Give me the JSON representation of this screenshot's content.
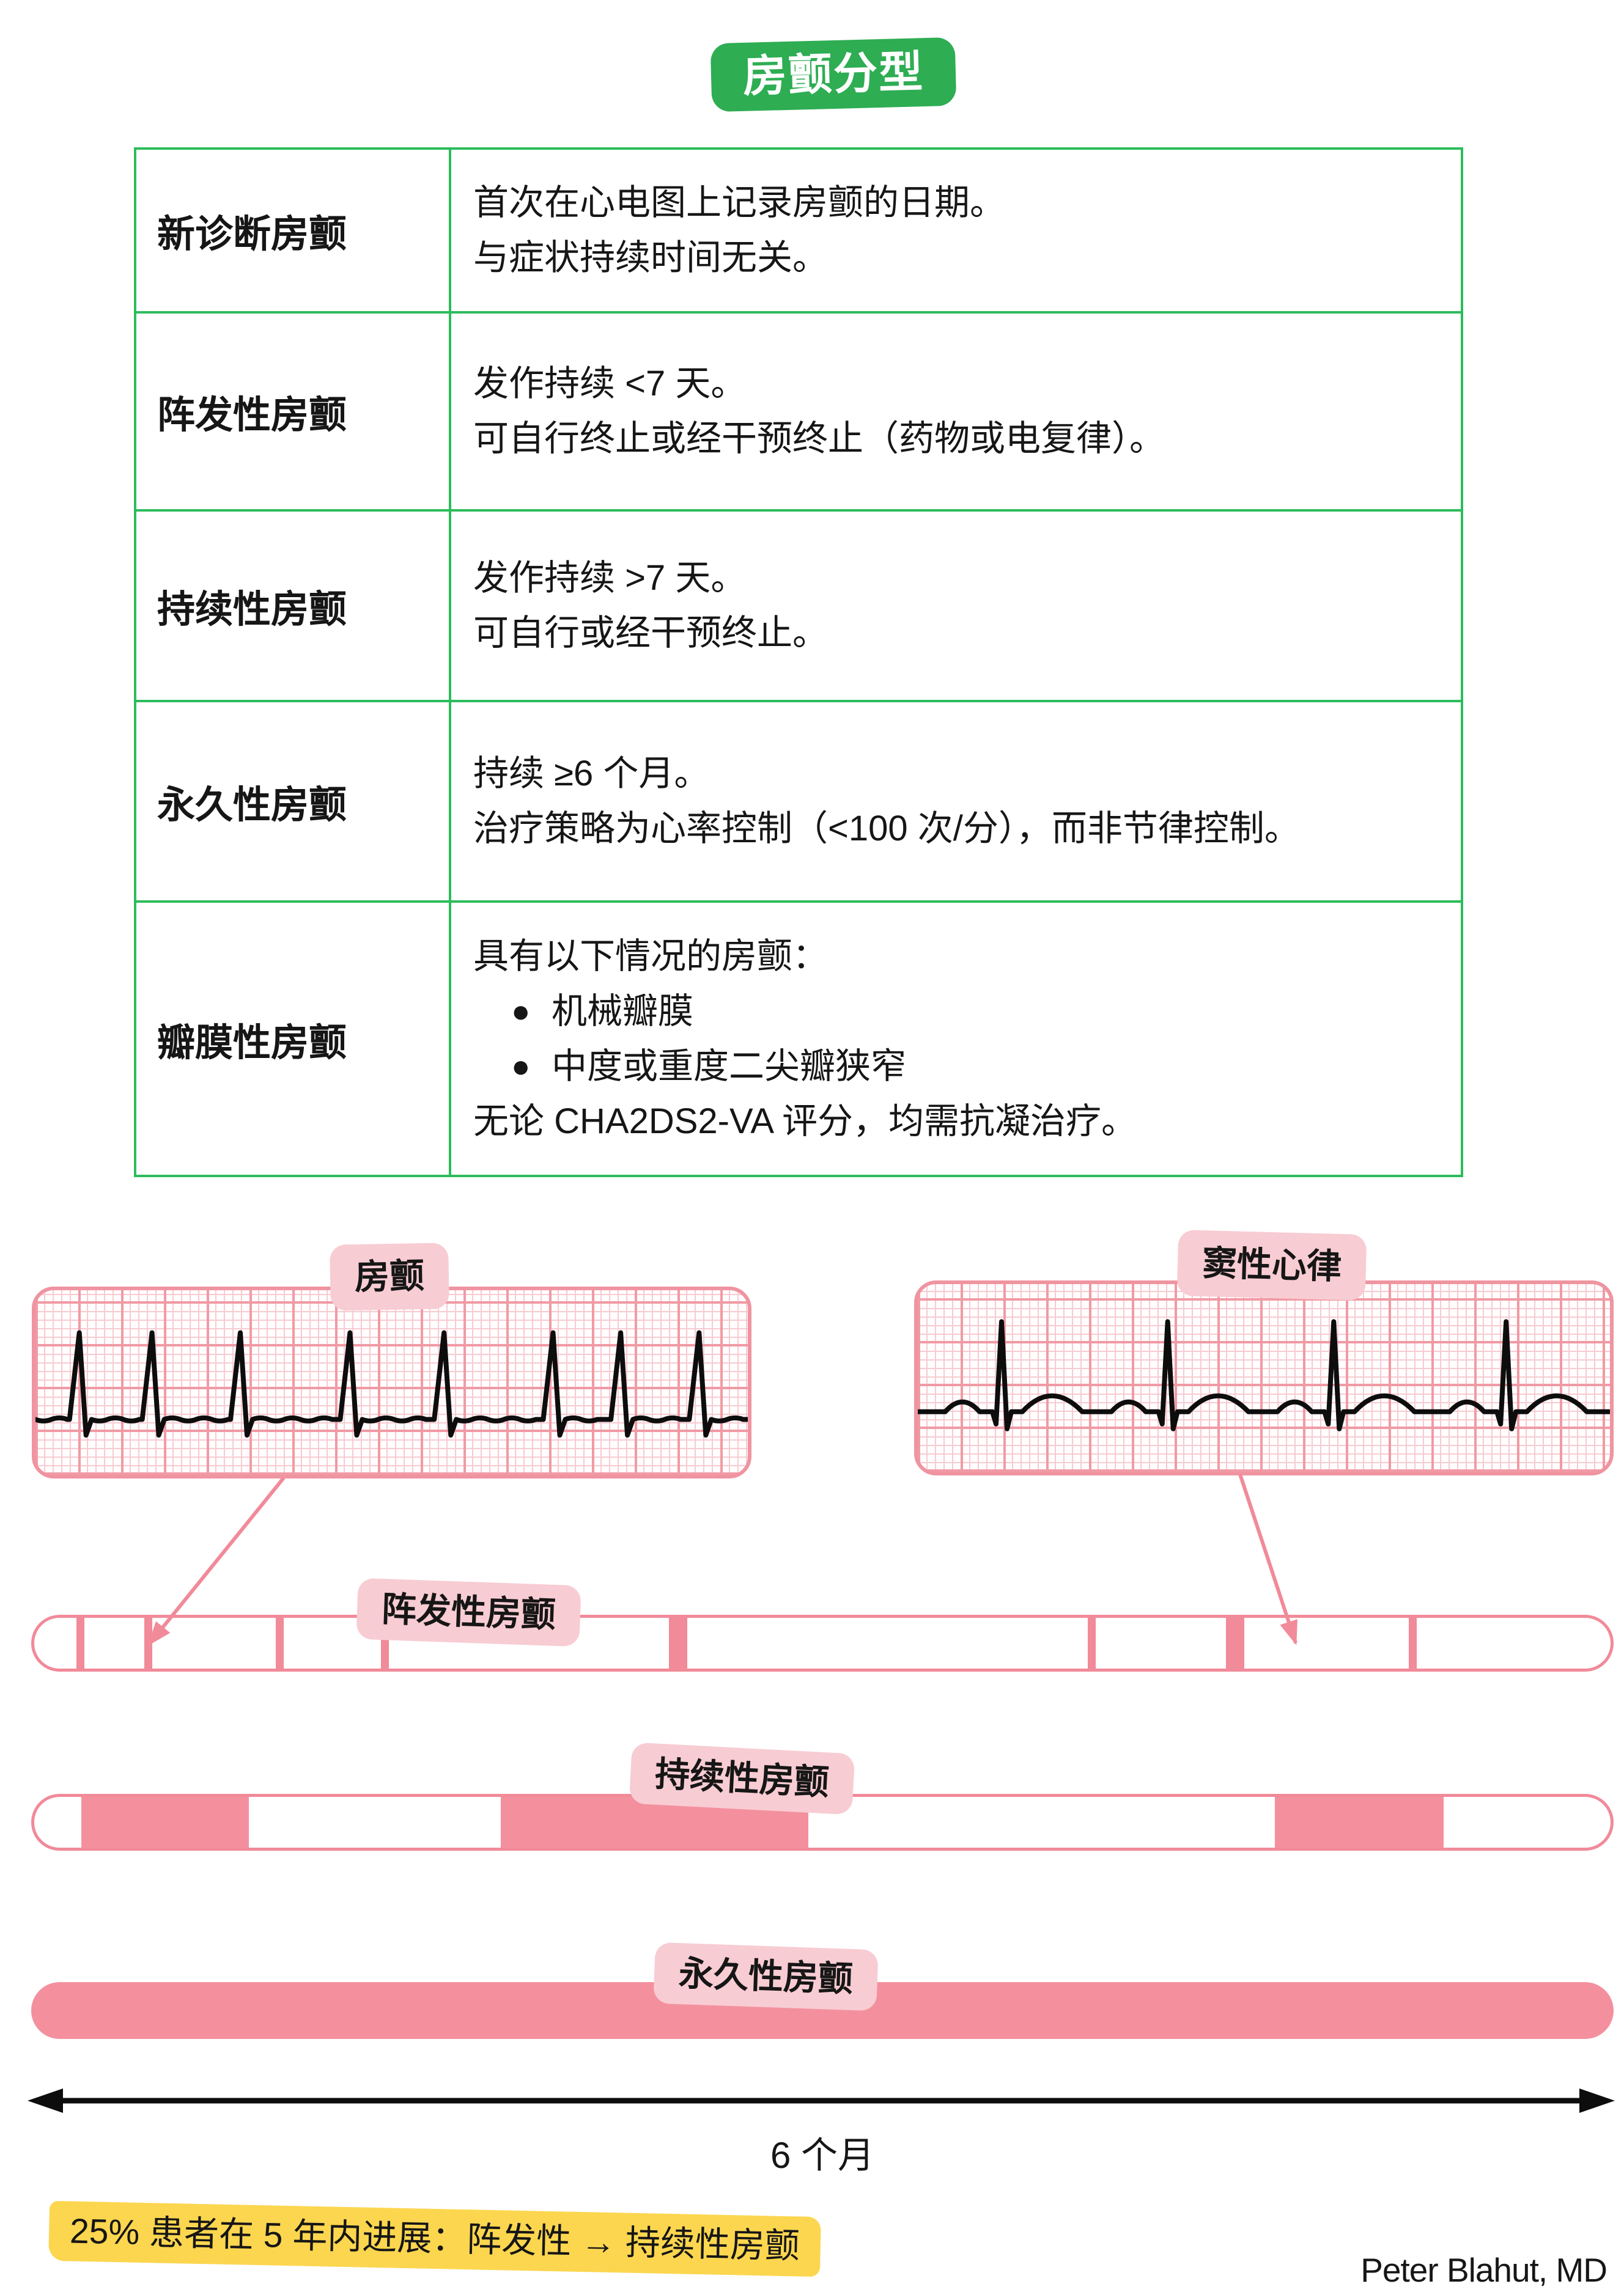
{
  "title": {
    "label": "房颤分型"
  },
  "table": {
    "bullet_char": "●",
    "rows": [
      {
        "term": "新诊断房颤",
        "lines": [
          "首次在心电图上记录房颤的日期。",
          "与症状持续时间无关。"
        ]
      },
      {
        "term": "阵发性房颤",
        "lines": [
          "发作持续 <7 天。",
          "可自行终止或经干预终止（药物或电复律）。"
        ]
      },
      {
        "term": "持续性房颤",
        "lines": [
          "发作持续 >7 天。",
          "可自行或经干预终止。"
        ]
      },
      {
        "term": "永久性房颤",
        "lines": [
          "持续 ≥6 个月。",
          "治疗策略为心率控制（<100 次/分），而非节律控制。"
        ]
      },
      {
        "term": "瓣膜性房颤",
        "lines": [
          "具有以下情况的房颤：",
          "机械瓣膜",
          "中度或重度二尖瓣狭窄",
          "无论 CHA2DS2-VA 评分，均需抗凝治疗。"
        ]
      }
    ]
  },
  "ecg": {
    "af_label": "房颤",
    "sinus_label": "窦性心律",
    "af_beats": [
      0.065,
      0.167,
      0.291,
      0.445,
      0.577,
      0.73,
      0.825,
      0.935
    ],
    "sinus_beats": [
      0.121,
      0.361,
      0.601,
      0.85
    ]
  },
  "timeline": {
    "paroxysmal": {
      "label": "阵发性房颤",
      "stripes": [
        {
          "pos_pct": 2.67,
          "w": 13
        },
        {
          "pos_pct": 6.99,
          "w": 13
        },
        {
          "pos_pct": 15.34,
          "w": 13
        },
        {
          "pos_pct": 21.99,
          "w": 13
        },
        {
          "pos_pct": 40.26,
          "w": 30
        },
        {
          "pos_pct": 66.85,
          "w": 13
        },
        {
          "pos_pct": 75.62,
          "w": 30
        },
        {
          "pos_pct": 87.21,
          "w": 13
        }
      ]
    },
    "persistent": {
      "label": "持续性房颤",
      "segments": [
        {
          "start_pct": 3.0,
          "end_pct": 13.6
        },
        {
          "start_pct": 29.6,
          "end_pct": 49.1
        },
        {
          "start_pct": 78.7,
          "end_pct": 89.4
        }
      ]
    },
    "permanent": {
      "label": "永久性房颤"
    },
    "axis_label": "6 个月"
  },
  "note": {
    "text": "25% 患者在 5 年内进展：阵发性 → 持续性房颤"
  },
  "signature": "Peter Blahut, MD",
  "colors": {
    "green_badge": "#2ead53",
    "green_border": "#2dbc5c",
    "ink": "#161616",
    "pink": "#f18a99",
    "pink_fill": "#f4909e",
    "pink_badge": "#f8ccd3",
    "grid_minor": "#f7cbd1",
    "grid_major": "#f19aa5",
    "strip_border": "#ef94a0",
    "yellow": "#fcd64f"
  }
}
